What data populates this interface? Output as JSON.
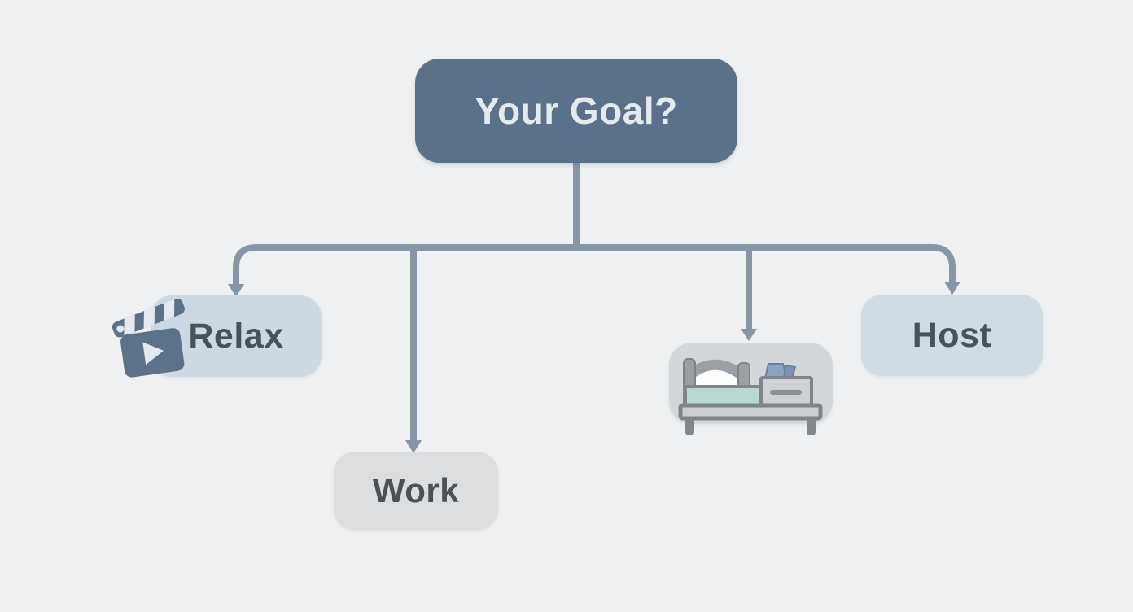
{
  "flowchart": {
    "title_node": {
      "label": "Your Goal?"
    },
    "branches": [
      {
        "id": "relax",
        "label": "Relax",
        "icon": "clapperboard-play-icon"
      },
      {
        "id": "work",
        "label": "Work",
        "icon": null
      },
      {
        "id": "bed",
        "label": "",
        "icon": "bed-nightstand-icon"
      },
      {
        "id": "host",
        "label": "Host",
        "icon": null
      }
    ]
  },
  "colors": {
    "background": "#eff0f1",
    "root_node_fill": "#5a7189",
    "root_node_text": "#e5eaee",
    "relax_node_fill": "#cdd9e2",
    "work_node_fill": "#dbdddf",
    "bed_card_fill": "#d3d7da",
    "host_node_fill": "#cfdce4",
    "node_text": "#4b5158",
    "connector": "#8796a7",
    "icon_slate": "#5c7288",
    "bed_mattress_teal": "#b9d8d3",
    "lamp_blue": "#8ba3c4"
  }
}
